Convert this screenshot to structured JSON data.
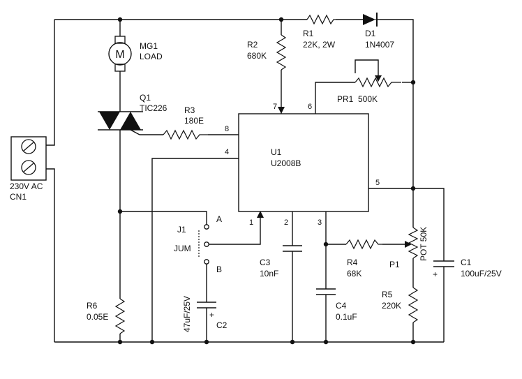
{
  "labels": {
    "mg1": "MG1",
    "mg1_sub": "LOAD",
    "motor_glyph": "M",
    "r2": "R2",
    "r2_val": "680K",
    "r1": "R1",
    "r1_val": "22K, 2W",
    "d1": "D1",
    "d1_val": "1N4007",
    "pr1": "PR1",
    "pr1_val": "500K",
    "q1": "Q1",
    "q1_val": "TIC226",
    "r3": "R3",
    "r3_val": "180E",
    "u1": "U1",
    "u1_val": "U2008B",
    "ac": "230V AC",
    "cn1": "CN1",
    "j1": "J1",
    "jum": "JUM",
    "a": "A",
    "b": "B",
    "c3": "C3",
    "c3_val": "10nF",
    "r4": "R4",
    "r4_val": "68K",
    "p1": "P1",
    "pot": "POT 50K",
    "c1": "C1",
    "c1_val": "100uF/25V",
    "r5": "R5",
    "r5_val": "220K",
    "c4": "C4",
    "c4_val": "0.1uF",
    "r6": "R6",
    "r6_val": "0.05E",
    "c2": "C2",
    "c2_val": "47uF/25V",
    "plus": "+"
  },
  "pins": {
    "p1": "1",
    "p2": "2",
    "p3": "3",
    "p4": "4",
    "p5": "5",
    "p6": "6",
    "p7": "7",
    "p8": "8"
  }
}
